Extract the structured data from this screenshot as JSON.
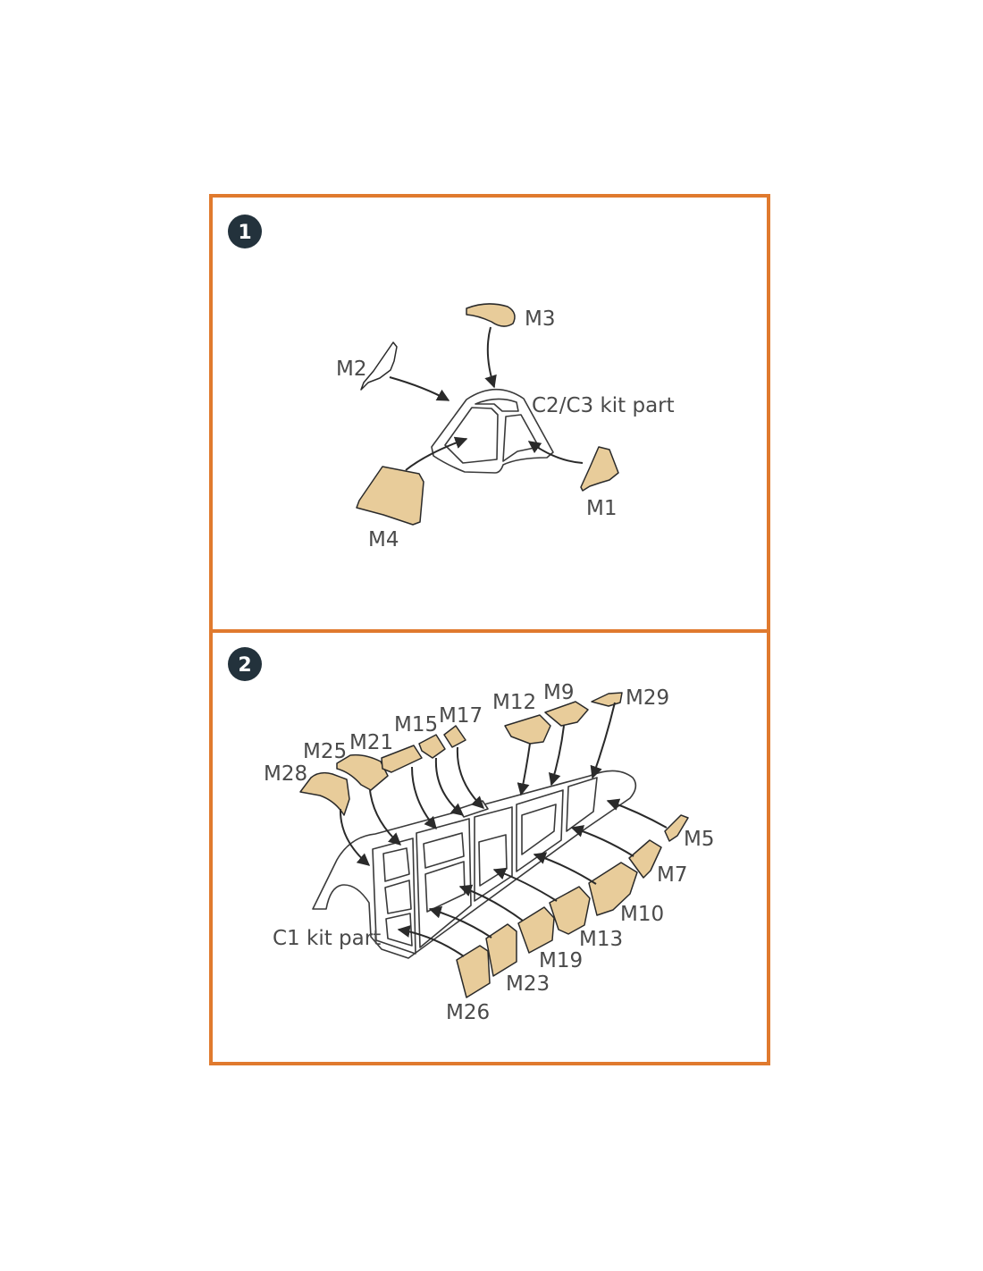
{
  "steps": [
    {
      "number": "1",
      "kit_part_label": "C2/C3 kit part",
      "masks": [
        "M1",
        "M2",
        "M3",
        "M4"
      ]
    },
    {
      "number": "2",
      "kit_part_label": "C1 kit part",
      "masks": [
        "M28",
        "M25",
        "M21",
        "M15",
        "M17",
        "M12",
        "M9",
        "M29",
        "M5",
        "M7",
        "M10",
        "M13",
        "M19",
        "M23",
        "M26"
      ]
    }
  ],
  "colors": {
    "frame": "#e07a2e",
    "mask_fill": "#e8cc9a",
    "step_badge": "#23323c"
  }
}
